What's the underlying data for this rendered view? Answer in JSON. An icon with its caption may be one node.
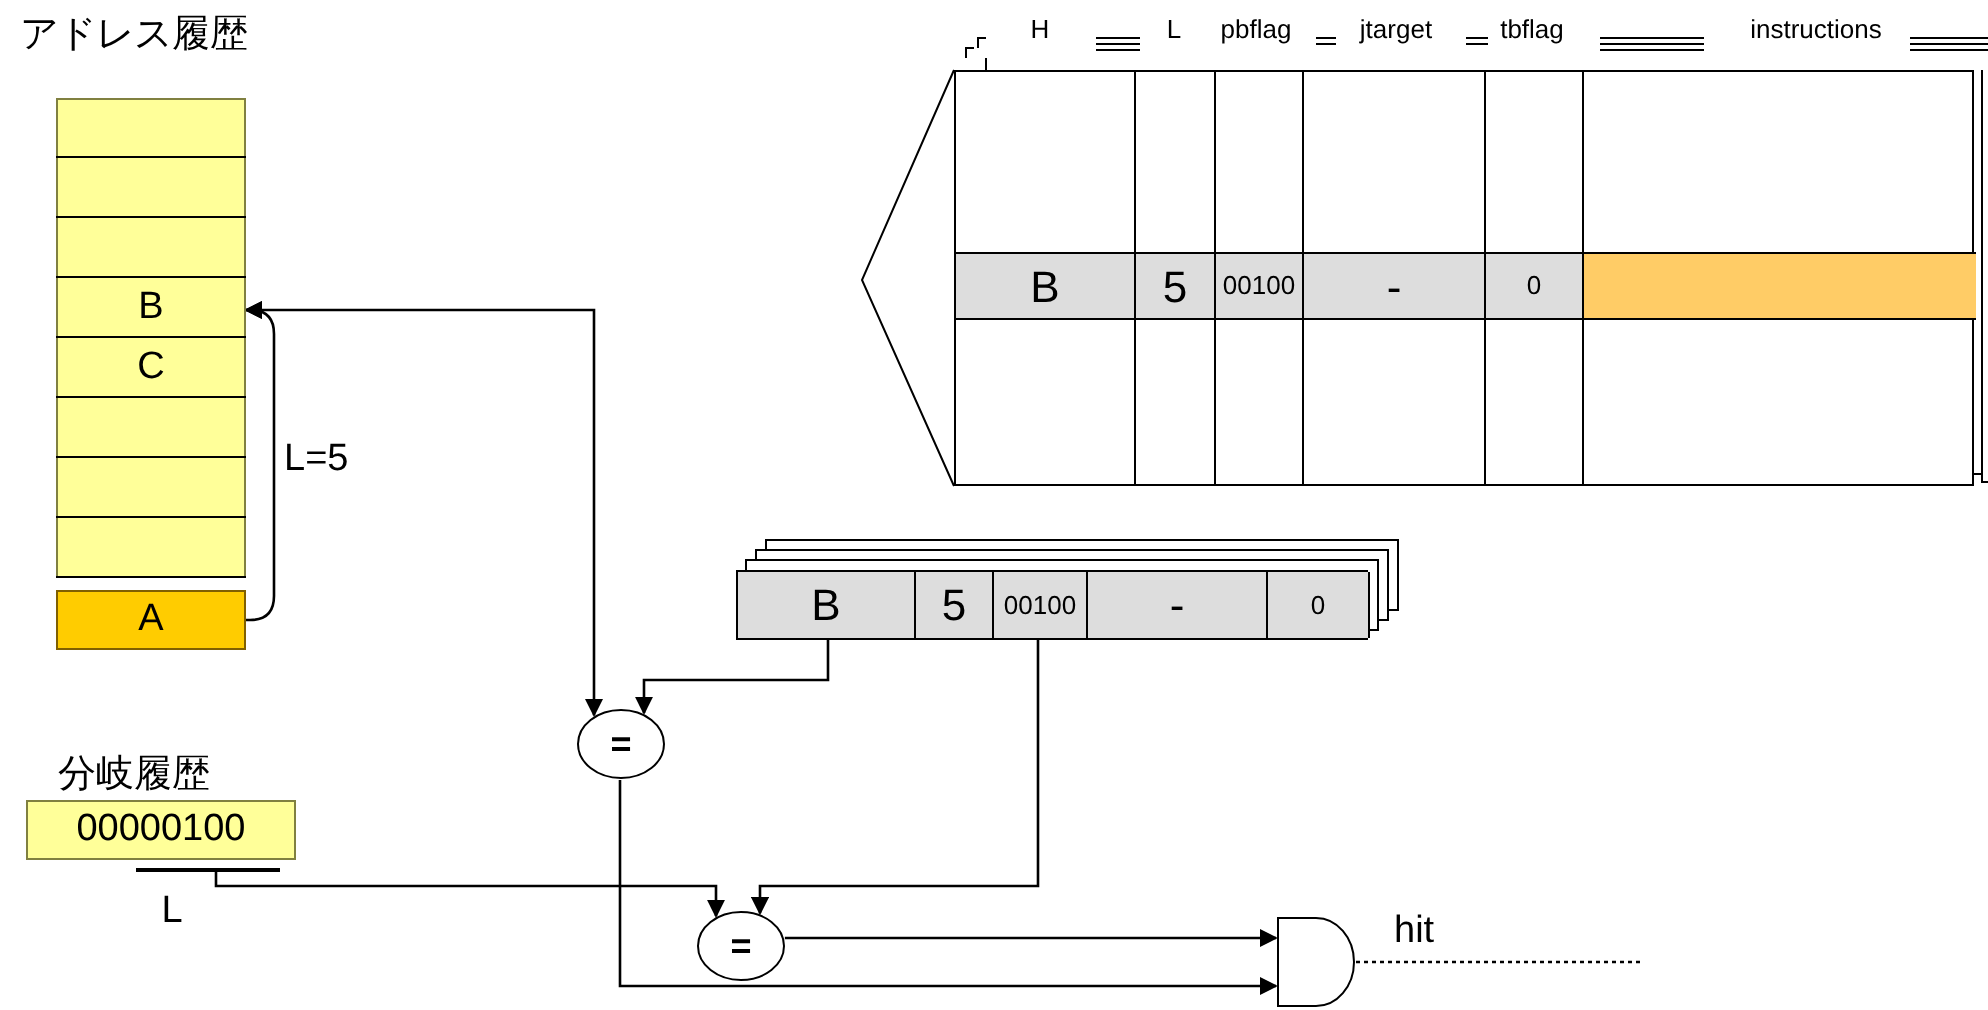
{
  "diagram": {
    "nodes": [
      {
        "text": [
          "アドレス履歴"
        ]
      },
      {
        "text": [],
        "shape": "box",
        "in": 0
      },
      {
        "text": [],
        "shape": "box",
        "in": 0
      },
      {
        "text": [],
        "shape": "box",
        "in": 0
      },
      {
        "text": [
          "B"
        ],
        "in": 0
      },
      {
        "text": [
          "C"
        ],
        "in": 0
      },
      {
        "text": [],
        "shape": "box",
        "in": 0
      },
      {
        "text": [],
        "shape": "box",
        "in": 0
      },
      {
        "text": [],
        "shape": "box",
        "in": 0
      },
      {
        "text": [
          "A"
        ]
      },
      {
        "text": [],
        "shape": "box"
      },
      {
        "text": [
          "B",
          "5",
          "00100",
          "-",
          "0"
        ],
        "in": 10
      },
      {
        "text": [
          "B",
          "5",
          "00100",
          "-",
          "0"
        ]
      },
      {
        "text": [
          "="
        ]
      },
      {
        "text": [
          "分岐履歴",
          "00000100"
        ]
      },
      {
        "text": [
          "="
        ]
      },
      {
        "text": [],
        "shape": "gate"
      }
    ],
    "edges": [
      {
        "from": 9,
        "to": 4,
        "arrow": "to",
        "label": "L=5"
      },
      {
        "from": 4,
        "to": 13,
        "arrow": "both"
      },
      {
        "from": 12,
        "to": 13,
        "arrow": "to"
      },
      {
        "from": 14,
        "to": 15,
        "arrow": "to"
      },
      {
        "from": 12,
        "to": 15,
        "arrow": "to"
      },
      {
        "from": 15,
        "to": 16,
        "arrow": "to"
      },
      {
        "from": 13,
        "to": 16,
        "arrow": "to"
      },
      {
        "from": 16,
        "to": null,
        "arrow": "none",
        "label": "hit",
        "style": "dashed"
      }
    ],
    "labels": [
      "H",
      "L",
      "pbflag",
      "jtarget",
      "tbflag",
      "instructions",
      "L"
    ]
  }
}
